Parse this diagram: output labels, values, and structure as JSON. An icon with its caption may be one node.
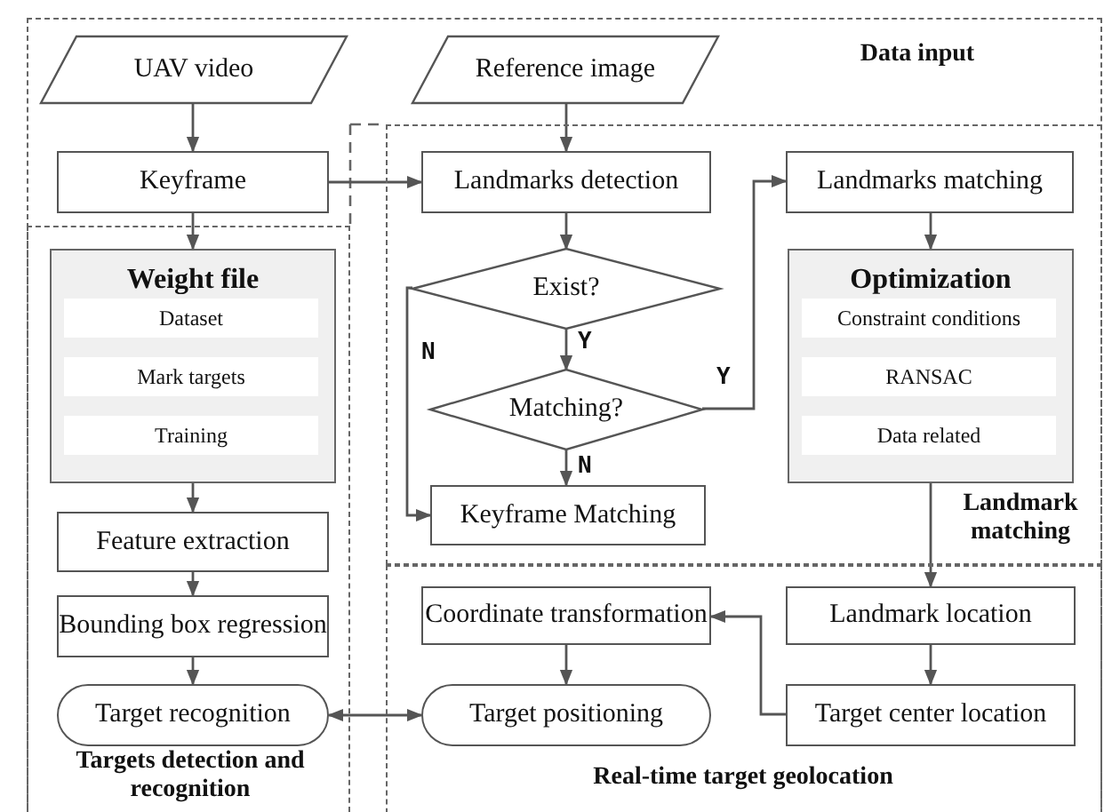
{
  "diagram": {
    "nodes": [
      {
        "text": [
          "Data input"
        ]
      },
      {
        "text": [
          "UAV video"
        ],
        "in": 0
      },
      {
        "text": [
          "Reference image"
        ],
        "in": 0
      },
      {
        "text": [
          "Keyframe"
        ],
        "in": 0
      },
      {
        "text": [
          "Targets detection and recognition"
        ],
        "in": 0
      },
      {
        "text": [
          "Weight file"
        ],
        "in": 4
      },
      {
        "text": [
          "Dataset"
        ],
        "in": 5
      },
      {
        "text": [
          "Mark targets"
        ],
        "in": 5
      },
      {
        "text": [
          "Training"
        ],
        "in": 5
      },
      {
        "text": [
          "Feature extraction"
        ],
        "in": 4
      },
      {
        "text": [
          "Bounding box regression"
        ],
        "in": 4
      },
      {
        "text": [
          "Target recognition"
        ],
        "in": 4
      },
      {
        "text": [
          "Landmark matching"
        ],
        "in": 0
      },
      {
        "text": [
          "Landmarks detection"
        ],
        "in": 12
      },
      {
        "text": [
          "Exist?"
        ],
        "in": 12
      },
      {
        "text": [
          "Matching?"
        ],
        "in": 12
      },
      {
        "text": [
          "Keyframe Matching"
        ],
        "in": 12
      },
      {
        "text": [
          "Landmarks matching"
        ],
        "in": 12
      },
      {
        "text": [
          "Optimization"
        ],
        "in": 12
      },
      {
        "text": [
          "Constraint conditions"
        ],
        "in": 18
      },
      {
        "text": [
          "RANSAC"
        ],
        "in": 18
      },
      {
        "text": [
          "Data related"
        ],
        "in": 18
      },
      {
        "text": [
          "Real-time target geolocation"
        ],
        "in": 0
      },
      {
        "text": [
          "Coordinate transformation"
        ],
        "in": 22
      },
      {
        "text": [
          "Target positioning"
        ],
        "in": 22
      },
      {
        "text": [
          "Landmark location"
        ],
        "in": 22
      },
      {
        "text": [
          "Target center location"
        ],
        "in": 22
      }
    ],
    "edges": [
      {
        "from": 1,
        "to": 3,
        "arrow": "to"
      },
      {
        "from": 3,
        "to": 5,
        "arrow": "to"
      },
      {
        "from": 3,
        "to": 13,
        "arrow": "to"
      },
      {
        "from": 2,
        "to": 13,
        "arrow": "to"
      },
      {
        "from": 13,
        "to": 14,
        "arrow": "to"
      },
      {
        "from": 14,
        "to": 15,
        "arrow": "to",
        "label": "Y"
      },
      {
        "from": 14,
        "to": 16,
        "arrow": "to",
        "label": "N"
      },
      {
        "from": 15,
        "to": 17,
        "arrow": "to",
        "label": "Y"
      },
      {
        "from": 15,
        "to": 16,
        "arrow": "to",
        "label": "N"
      },
      {
        "from": 17,
        "to": 18,
        "arrow": "to"
      },
      {
        "from": 5,
        "to": 9,
        "arrow": "to"
      },
      {
        "from": 9,
        "to": 10,
        "arrow": "to"
      },
      {
        "from": 10,
        "to": 11,
        "arrow": "to"
      },
      {
        "from": 11,
        "to": 24,
        "arrow": "both"
      },
      {
        "from": 18,
        "to": 25,
        "arrow": "to"
      },
      {
        "from": 25,
        "to": 26,
        "arrow": "to"
      },
      {
        "from": 26,
        "to": 23,
        "arrow": "to"
      },
      {
        "from": 23,
        "to": 24,
        "arrow": "to"
      }
    ]
  }
}
